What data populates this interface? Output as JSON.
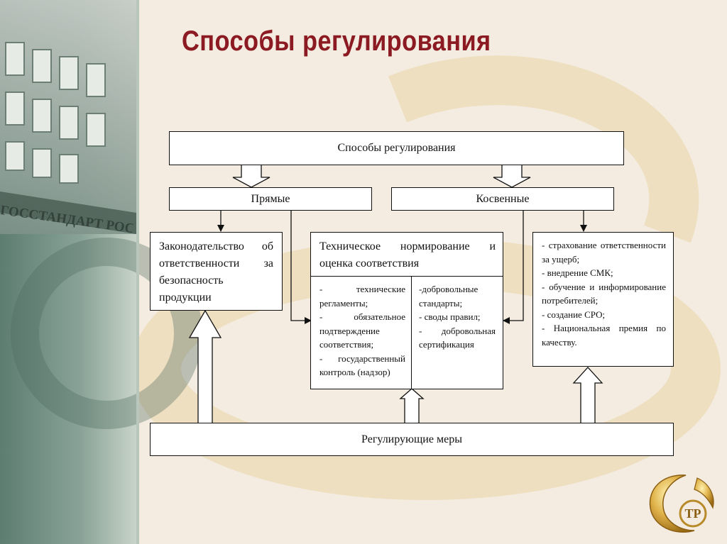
{
  "slide": {
    "title": "Способы регулирования",
    "colors": {
      "title": "#8b1a22",
      "background": "#f4ece0",
      "panel": "#6f8d80"
    },
    "sidebar_photo_text": "ГОССТАНДАРТ РОС",
    "logo_text": "ТР"
  },
  "diagram": {
    "root": "Способы регулирования",
    "direct": "Прямые",
    "indirect": "Косвенные",
    "legislation": "Законодательство об ответственности за безопасность продукции",
    "technical": {
      "heading": "Техническое нормирование и оценка соответствия",
      "left_items": [
        "- технические регламенты;",
        "- обязательное подтверждение соответствия;",
        "- государственный контроль (надзор)"
      ],
      "right_items": [
        "-добровольные стандарты;",
        "- своды правил;",
        "- добровольная сертификация"
      ]
    },
    "indirect_items": [
      "- страхование ответственности за ущерб;",
      "- внедрение СМК;",
      "- обучение и информирование потребителей;",
      "- создание СРО;",
      "- Национальная премия по качеству."
    ],
    "measures": "Регулирующие меры"
  }
}
